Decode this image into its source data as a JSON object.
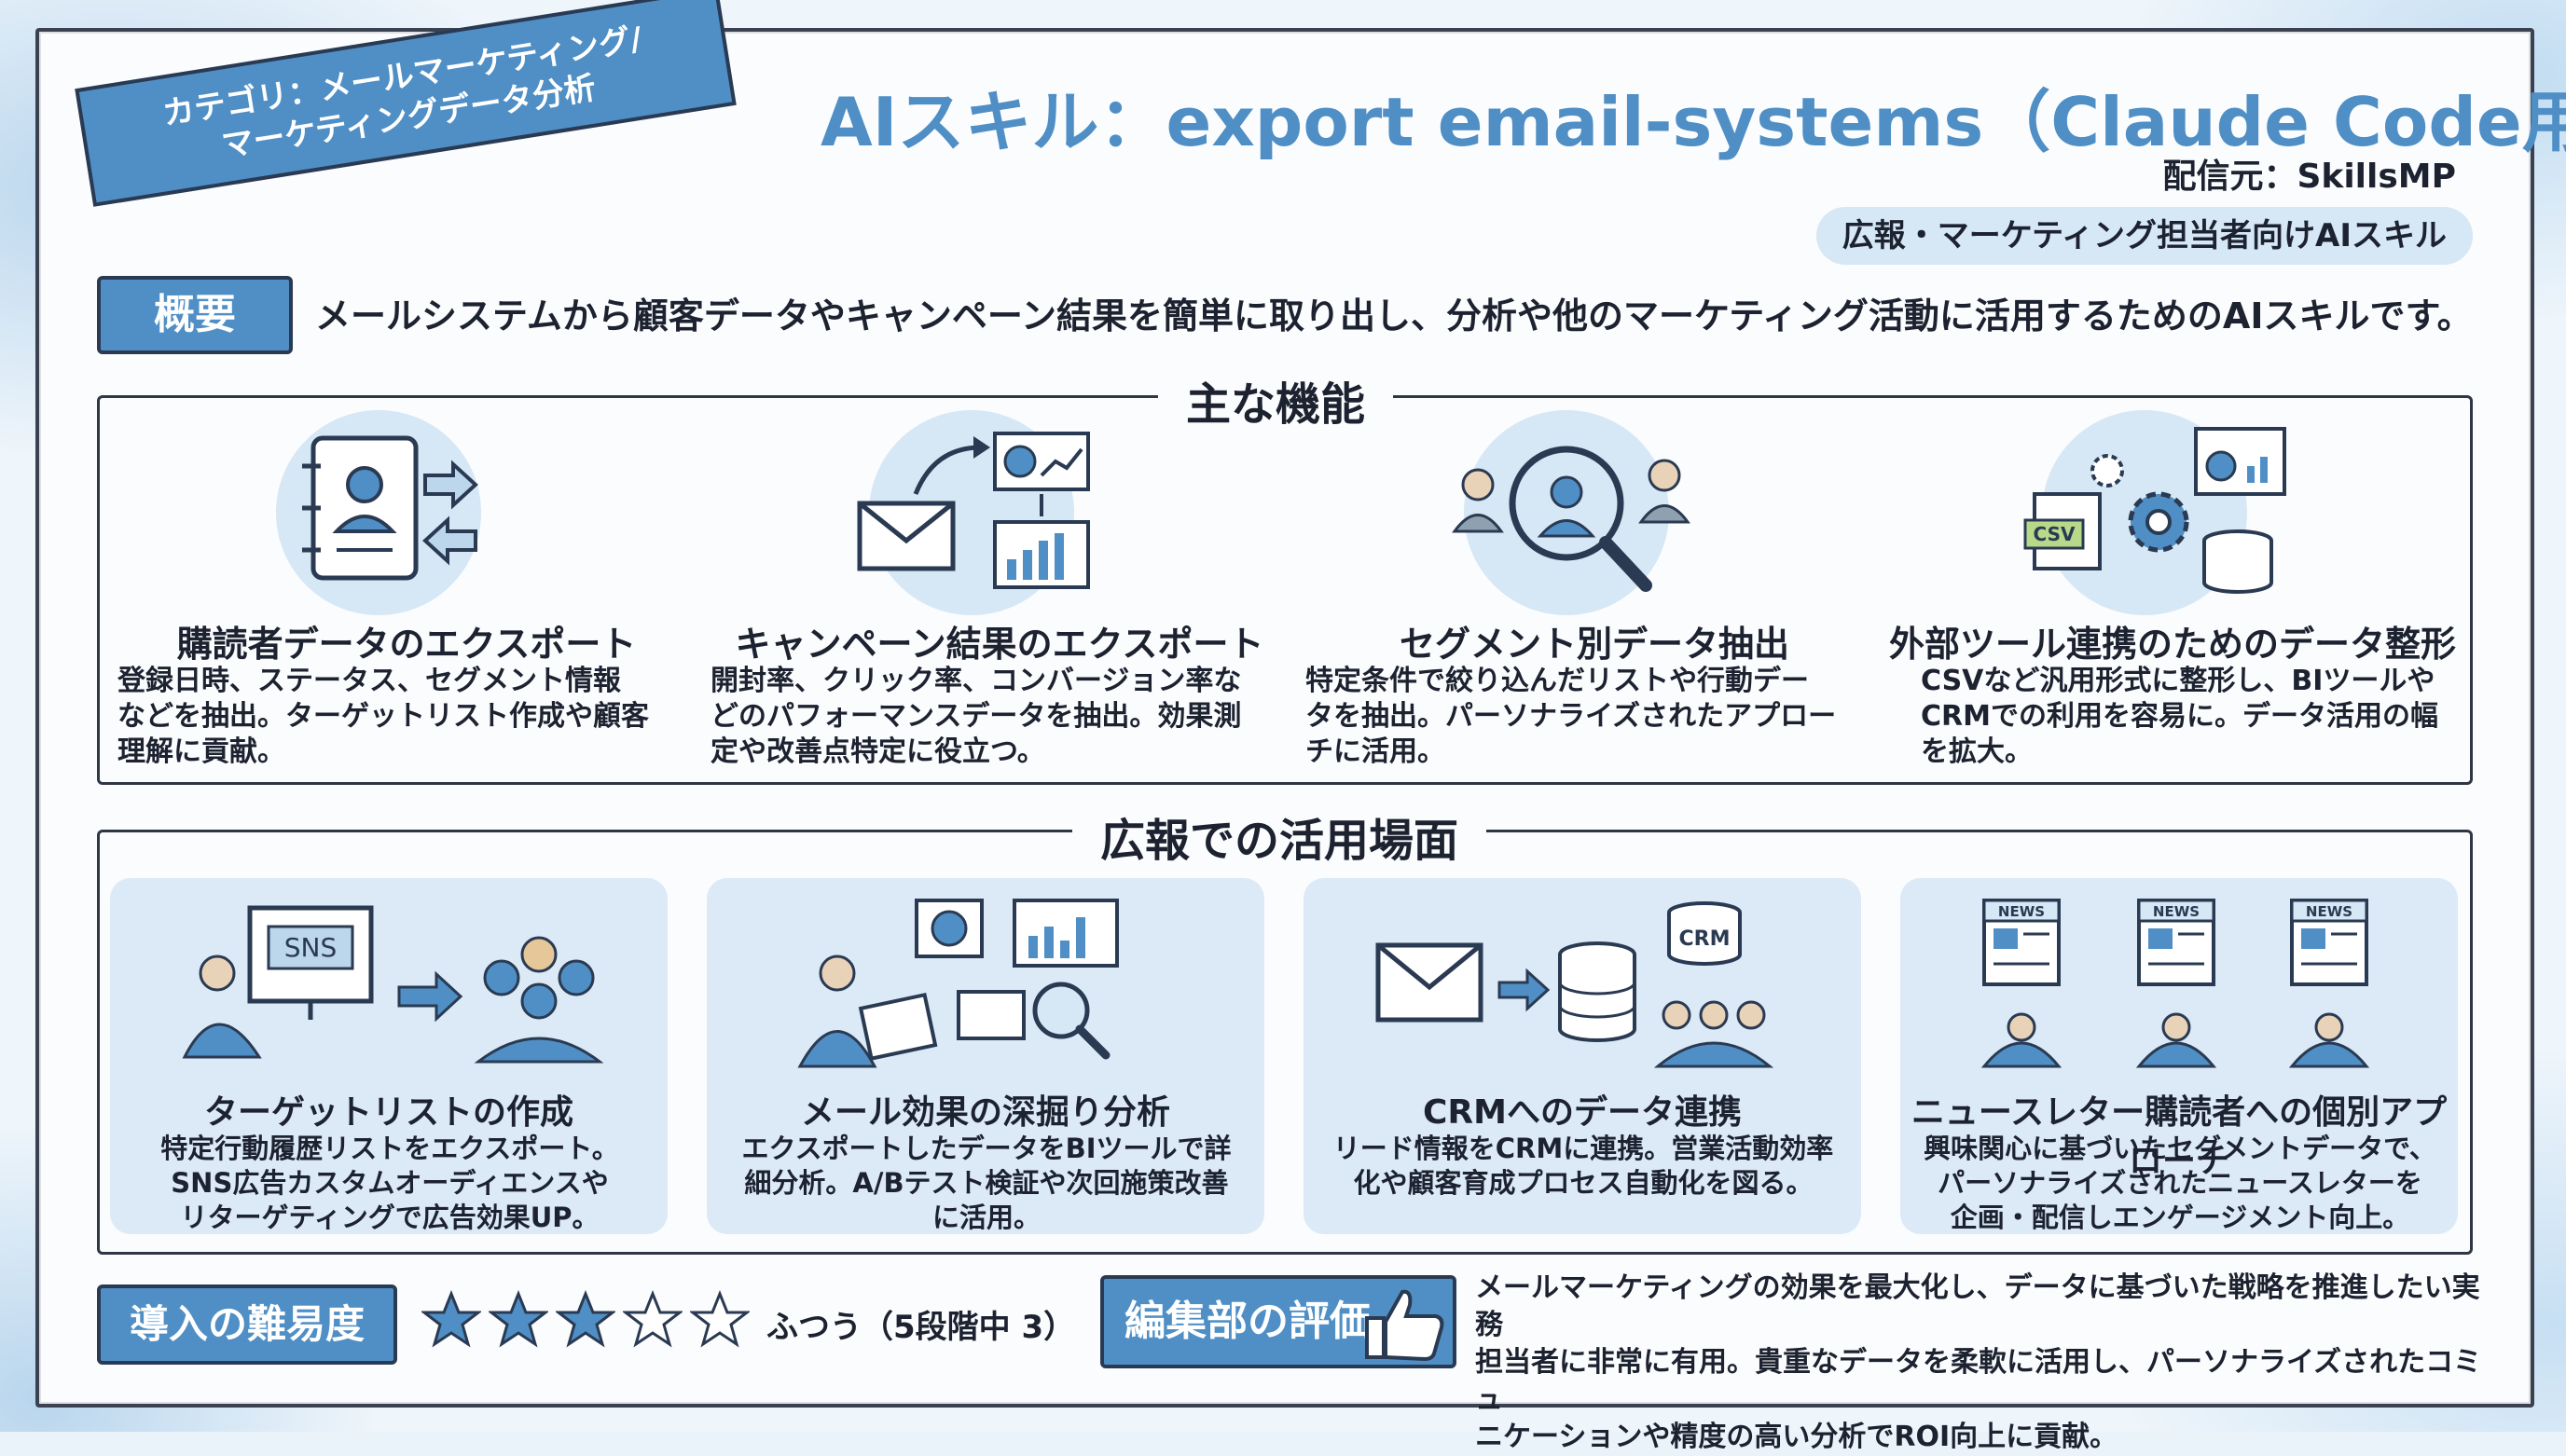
{
  "header": {
    "category_line1": "カテゴリ：メールマーケティング/",
    "category_line2": "マーケティングデータ分析",
    "title": "AIスキル：export email-systems（Claude Code用）",
    "source": "配信元：SkillsMP",
    "audience": "広報・マーケティング担当者向けAIスキル"
  },
  "overview": {
    "label": "概要",
    "text": "メールシステムから顧客データやキャンペーン結果を簡単に取り出し、分析や他のマーケティング活動に活用するためのAIスキルです。"
  },
  "features": {
    "title": "主な機能",
    "items": [
      {
        "icon": "contact-book-export-icon",
        "title": "購読者データのエクスポート",
        "desc": "登録日時、ステータス、セグメント情報\nなどを抽出。ターゲットリスト作成や顧客\n理解に貢献。"
      },
      {
        "icon": "email-chart-export-icon",
        "title": "キャンペーン結果のエクスポート",
        "desc": "開封率、クリック率、コンバージョン率な\nどのパフォーマンスデータを抽出。効果測\n定や改善点特定に役立つ。"
      },
      {
        "icon": "magnifier-people-icon",
        "title": "セグメント別データ抽出",
        "desc": "特定条件で絞り込んだリストや行動デー\nタを抽出。パーソナライズされたアプロー\nチに活用。"
      },
      {
        "icon": "csv-gear-crm-icon",
        "title": "外部ツール連携のためのデータ整形",
        "desc": "CSVなど汎用形式に整形し、BIツールや\nCRMでの利用を容易に。データ活用の幅\nを拡大。"
      }
    ]
  },
  "usage": {
    "title": "広報での活用場面",
    "items": [
      {
        "icon": "sns-audience-icon",
        "icon_text": "SNS",
        "title": "ターゲットリストの作成",
        "desc": "特定行動履歴リストをエクスポート。\nSNS広告カスタムオーディエンスや\nリターゲティングで広告効果UP。"
      },
      {
        "icon": "analyst-dashboard-icon",
        "title": "メール効果の深掘り分析",
        "desc": "エクスポートしたデータをBIツールで詳\n細分析。A/Bテスト検証や次回施策改善\nに活用。"
      },
      {
        "icon": "email-database-crm-icon",
        "icon_text": "CRM",
        "title": "CRMへのデータ連携",
        "desc": "リード情報をCRMに連携。営業活動効率\n化や顧客育成プロセス自動化を図る。"
      },
      {
        "icon": "newsletter-readers-icon",
        "icon_text": "NEWS",
        "title": "ニュースレター購読者への個別アプローチ",
        "desc": "興味関心に基づいたセグメントデータで、\nパーソナライズされたニュースレターを\n企画・配信しエンゲージメント向上。"
      }
    ]
  },
  "difficulty": {
    "label": "導入の難易度",
    "rating": 3,
    "max": 5,
    "text": "ふつう（5段階中 3）"
  },
  "evaluation": {
    "label": "編集部の評価",
    "icon": "thumbs-up-icon",
    "text": "メールマーケティングの効果を最大化し、データに基づいた戦略を推進したい実務\n担当者に非常に有用。貴重なデータを柔軟に活用し、パーソナライズされたコミュ\nニケーションや精度の高い分析でROI向上に貢献。"
  },
  "colors": {
    "accent": "#4f8fc5",
    "accent_light": "#d6e7f5",
    "ink": "#2a3a52"
  }
}
